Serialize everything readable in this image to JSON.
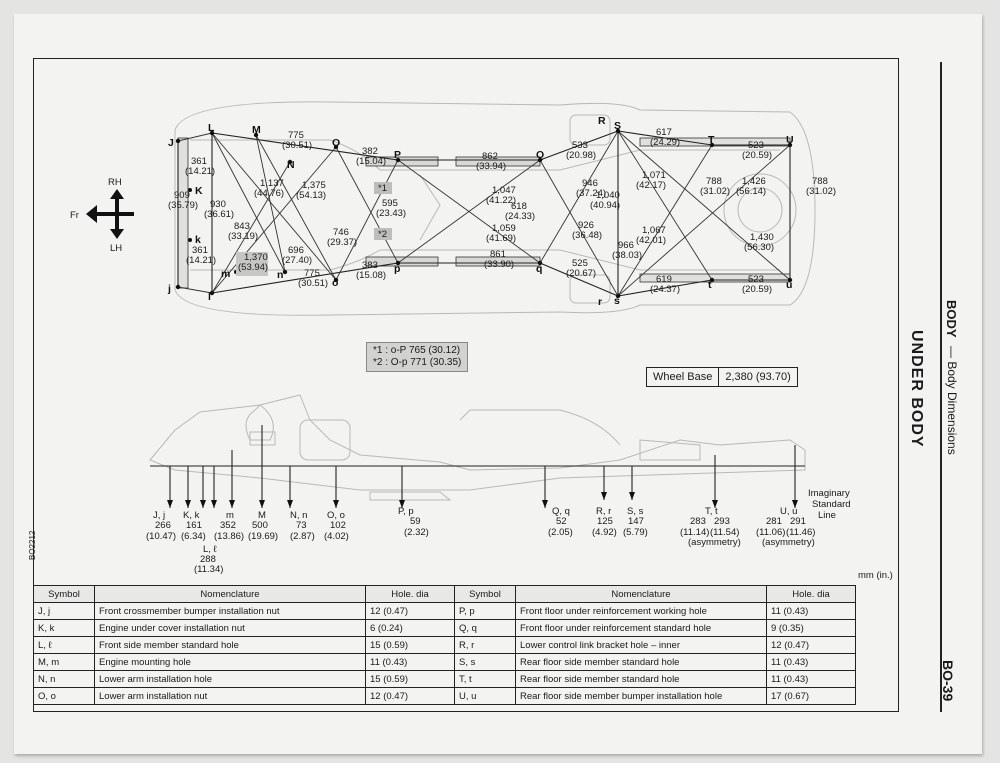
{
  "header": {
    "section": "BODY",
    "subsection": "— Body Dimensions",
    "title": "UNDER BODY",
    "page": "BO-39",
    "code": "BO2212",
    "unit": "mm (in.)"
  },
  "wheel_base": {
    "label": "Wheel Base",
    "value": "2,380 (93.70)"
  },
  "notes": [
    "*1 : o-P 765 (30.12)",
    "*2 : O-p 771 (30.35)"
  ],
  "compass": {
    "rh": "RH",
    "lh": "LH",
    "fr": "Fr"
  },
  "top_view": {
    "points": [
      "J",
      "L",
      "M",
      "N",
      "O",
      "P",
      "Q",
      "R",
      "S",
      "T",
      "U",
      "K",
      "k",
      "j",
      "l",
      "m",
      "n",
      "o",
      "p",
      "q",
      "r",
      "s",
      "t",
      "u"
    ],
    "dims": [
      {
        "v": "775",
        "i": "(30.51)"
      },
      {
        "v": "382",
        "i": "(15.04)"
      },
      {
        "v": "862",
        "i": "(33.94)"
      },
      {
        "v": "533",
        "i": "(20.98)"
      },
      {
        "v": "617",
        "i": "(24.29)"
      },
      {
        "v": "523",
        "i": "(20.59)"
      },
      {
        "v": "361",
        "i": "(14.21)"
      },
      {
        "v": "1,137",
        "i": "(44.76)"
      },
      {
        "v": "1,375",
        "i": "(54.13)"
      },
      {
        "v": "1,047",
        "i": "(41.22)"
      },
      {
        "v": "946",
        "i": "(37.24)"
      },
      {
        "v": "1,071",
        "i": "(42.17)"
      },
      {
        "v": "788",
        "i": "(31.02)"
      },
      {
        "v": "1,426",
        "i": "(56.14)"
      },
      {
        "v": "788",
        "i": "(31.02)"
      },
      {
        "v": "909",
        "i": "(35.79)"
      },
      {
        "v": "930",
        "i": "(36.61)"
      },
      {
        "v": "595",
        "i": "(23.43)"
      },
      {
        "v": "618",
        "i": "(24.33)"
      },
      {
        "v": "1,040",
        "i": "(40.94)"
      },
      {
        "v": "843",
        "i": "(33.19)"
      },
      {
        "v": "746",
        "i": "(29.37)"
      },
      {
        "v": "1,059",
        "i": "(41.69)"
      },
      {
        "v": "926",
        "i": "(36.48)"
      },
      {
        "v": "1,067",
        "i": "(42.01)"
      },
      {
        "v": "1,430",
        "i": "(56.30)"
      },
      {
        "v": "696",
        "i": "(27.40)"
      },
      {
        "v": "361",
        "i": "(14.21)"
      },
      {
        "v": "1,370",
        "i": "(53.94)"
      },
      {
        "v": "966",
        "i": "(38.03)"
      },
      {
        "v": "861",
        "i": "(33.90)"
      },
      {
        "v": "525",
        "i": "(20.67)"
      },
      {
        "v": "383",
        "i": "(15.08)"
      },
      {
        "v": "775",
        "i": "(30.51)"
      },
      {
        "v": "619",
        "i": "(24.37)"
      },
      {
        "v": "523",
        "i": "(20.59)"
      }
    ],
    "stars": [
      "*1",
      "*2"
    ]
  },
  "side_view": {
    "heights": [
      {
        "sym": "J, j",
        "v": "266",
        "i": "(10.47)"
      },
      {
        "sym": "K, k",
        "v": "161",
        "i": "(6.34)"
      },
      {
        "sym": "m",
        "v": "352",
        "i": "(13.86)"
      },
      {
        "sym": "M",
        "v": "500",
        "i": "(19.69)"
      },
      {
        "sym": "N, n",
        "v": "73",
        "i": "(2.87)"
      },
      {
        "sym": "O, o",
        "v": "102",
        "i": "(4.02)"
      },
      {
        "sym": "P, p",
        "v": "59",
        "i": "(2.32)"
      },
      {
        "sym": "Q, q",
        "v": "52",
        "i": "(2.05)"
      },
      {
        "sym": "R, r",
        "v": "125",
        "i": "(4.92)"
      },
      {
        "sym": "S, s",
        "v": "147",
        "i": "(5.79)"
      },
      {
        "sym": "L, ℓ",
        "v": "288",
        "i": "(11.34)"
      }
    ],
    "tt": {
      "sym": "T, t",
      "v1": "283",
      "v2": "293",
      "i1": "(11.14)",
      "i2": "(11.54)",
      "note": "(asymmetry)"
    },
    "uu": {
      "sym": "U, u",
      "v1": "281",
      "v2": "291",
      "i1": "(11.06)",
      "i2": "(11.46)",
      "note": "(asymmetry)"
    },
    "line_label": [
      "Imaginary",
      "Standard",
      "Line"
    ]
  },
  "table": {
    "headers": [
      "Symbol",
      "Nomenclature",
      "Hole. dia",
      "Symbol",
      "Nomenclature",
      "Hole. dia"
    ],
    "rows": [
      [
        "J, j",
        "Front crossmember bumper installation nut",
        "12 (0.47)",
        "P, p",
        "Front floor under reinforcement working hole",
        "11 (0.43)"
      ],
      [
        "K, k",
        "Engine under cover installation nut",
        "6 (0.24)",
        "Q, q",
        "Front floor under reinforcement standard hole",
        "9 (0.35)"
      ],
      [
        "L, ℓ",
        "Front side member standard hole",
        "15 (0.59)",
        "R, r",
        "Lower control link bracket hole – inner",
        "12 (0.47)"
      ],
      [
        "M, m",
        "Engine mounting hole",
        "11 (0.43)",
        "S, s",
        "Rear floor side member standard hole",
        "11 (0.43)"
      ],
      [
        "N, n",
        "Lower arm installation hole",
        "15 (0.59)",
        "T, t",
        "Rear floor side member standard hole",
        "11 (0.43)"
      ],
      [
        "O, o",
        "Lower arm installation nut",
        "12 (0.47)",
        "U, u",
        "Rear floor side member bumper installation hole",
        "17 (0.67)"
      ]
    ]
  }
}
